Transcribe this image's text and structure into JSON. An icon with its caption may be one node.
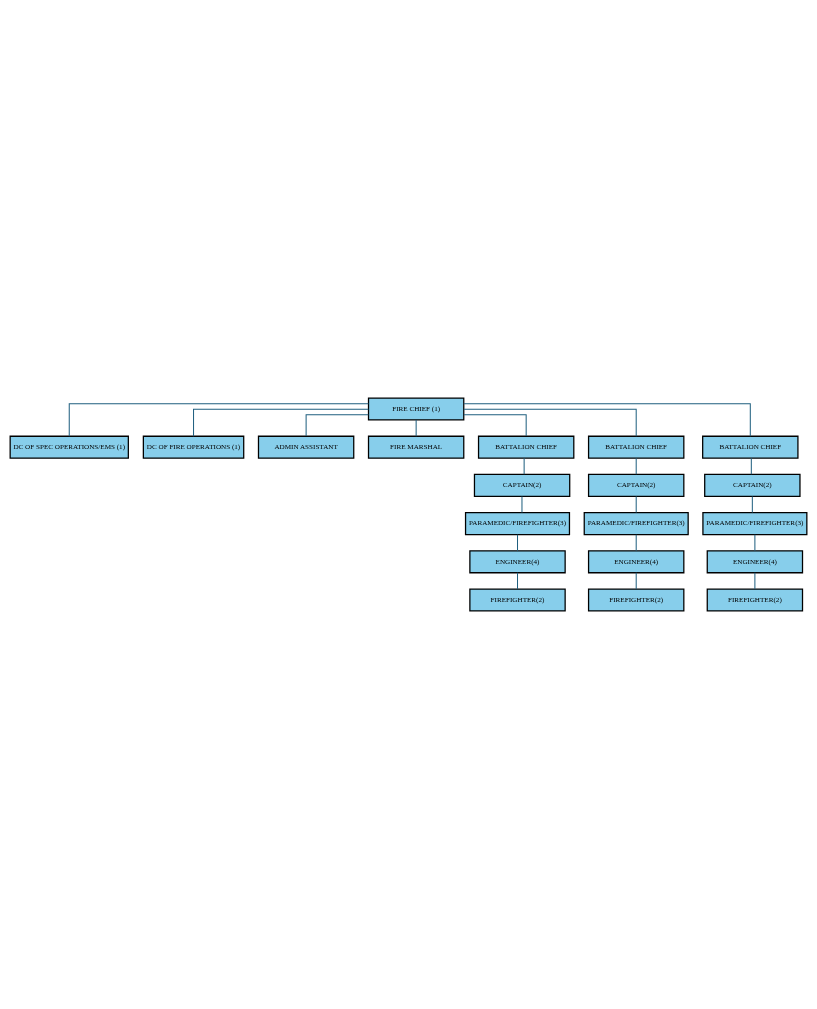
{
  "diagram": {
    "nodes": [
      {
        "text": [
          "FIRE CHIEF (1)"
        ]
      },
      {
        "text": [
          "DC OF SPEC OPERATIONS/EMS (1)"
        ]
      },
      {
        "text": [
          "DC OF FIRE OPERATIONS (1)"
        ]
      },
      {
        "text": [
          "ADMIN ASSISTANT"
        ]
      },
      {
        "text": [
          "FIRE MARSHAL"
        ]
      },
      {
        "text": [
          "BATTALION CHIEF"
        ]
      },
      {
        "text": [
          "BATTALION CHIEF"
        ]
      },
      {
        "text": [
          "BATTALION CHIEF"
        ]
      },
      {
        "text": [
          "CAPTAIN(2)"
        ]
      },
      {
        "text": [
          "CAPTAIN(2)"
        ]
      },
      {
        "text": [
          "CAPTAIN(2)"
        ]
      },
      {
        "text": [
          "PARAMEDIC/FIREFIGHTER(3)"
        ]
      },
      {
        "text": [
          "PARAMEDIC/FIREFIGHTER(3)"
        ]
      },
      {
        "text": [
          "PARAMEDIC/FIREFIGHTER(3)"
        ]
      },
      {
        "text": [
          "ENGINEER(4)"
        ]
      },
      {
        "text": [
          "ENGINEER(4)"
        ]
      },
      {
        "text": [
          "ENGINEER(4)"
        ]
      },
      {
        "text": [
          "FIREFIGHTER(2)"
        ]
      },
      {
        "text": [
          "FIREFIGHTER(2)"
        ]
      },
      {
        "text": [
          "FIREFIGHTER(2)"
        ]
      }
    ],
    "edges": [
      {
        "from": 0,
        "to": 1,
        "arrow": "none"
      },
      {
        "from": 0,
        "to": 2,
        "arrow": "none"
      },
      {
        "from": 0,
        "to": 3,
        "arrow": "none"
      },
      {
        "from": 0,
        "to": 4,
        "arrow": "none"
      },
      {
        "from": 0,
        "to": 5,
        "arrow": "none"
      },
      {
        "from": 0,
        "to": 6,
        "arrow": "none"
      },
      {
        "from": 0,
        "to": 7,
        "arrow": "none"
      },
      {
        "from": 5,
        "to": 8,
        "arrow": "none"
      },
      {
        "from": 6,
        "to": 9,
        "arrow": "none"
      },
      {
        "from": 7,
        "to": 10,
        "arrow": "none"
      },
      {
        "from": 8,
        "to": 11,
        "arrow": "none"
      },
      {
        "from": 9,
        "to": 12,
        "arrow": "none"
      },
      {
        "from": 10,
        "to": 13,
        "arrow": "none"
      },
      {
        "from": 11,
        "to": 14,
        "arrow": "none"
      },
      {
        "from": 12,
        "to": 15,
        "arrow": "none"
      },
      {
        "from": 13,
        "to": 16,
        "arrow": "none"
      },
      {
        "from": 14,
        "to": 17,
        "arrow": "none"
      },
      {
        "from": 15,
        "to": 18,
        "arrow": "none"
      },
      {
        "from": 16,
        "to": 19,
        "arrow": "none"
      }
    ]
  }
}
